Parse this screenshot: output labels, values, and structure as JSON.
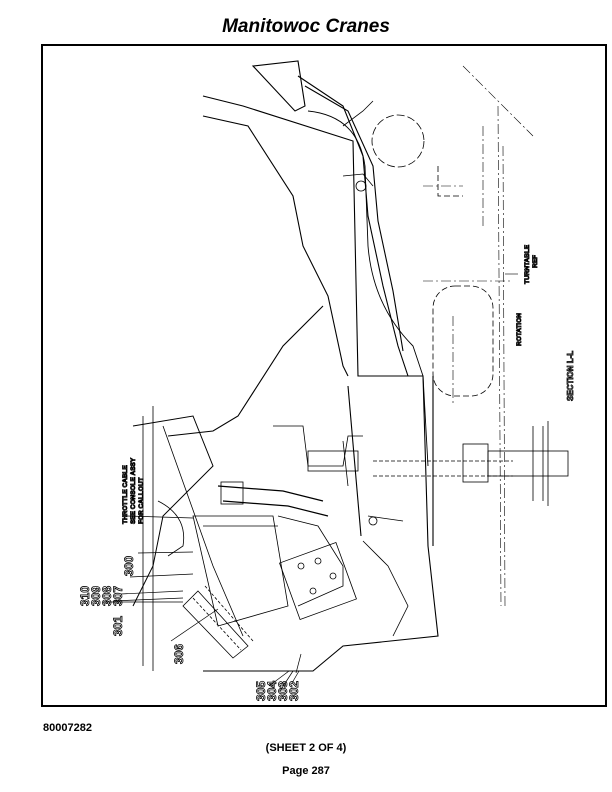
{
  "header": {
    "title": "Manitowoc Cranes"
  },
  "drawing": {
    "callouts_left": [
      "310",
      "309",
      "308",
      "307",
      "301"
    ],
    "callout_300": "300",
    "callout_306": "306",
    "callouts_bottom": [
      "305",
      "304",
      "303",
      "302"
    ],
    "throttle_note": [
      "THROTTLE CABLE",
      "SEE CONSOLE ASSY",
      "FOR CALLOUT"
    ],
    "turntable_ref": [
      "TURNTABLE",
      "REF"
    ],
    "rotation_label": "ROTATION",
    "section_label": "SECTION L-L"
  },
  "footer": {
    "doc_number": "80007282",
    "sheet": "(SHEET 2 OF 4)",
    "page": "Page 287"
  }
}
